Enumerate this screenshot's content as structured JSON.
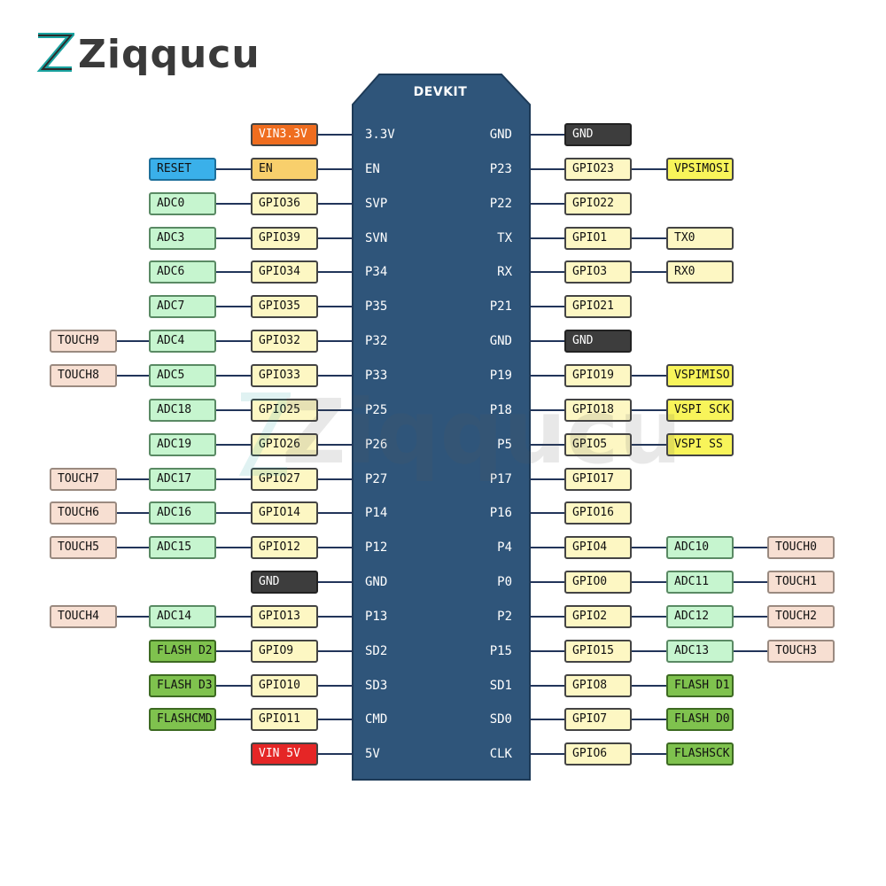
{
  "brand": {
    "name": "Ziqqucu"
  },
  "watermark": {
    "text": "Ziqqucu"
  },
  "board": {
    "title": "DEVKIT"
  },
  "colors": {
    "board": "#2f557a",
    "board_border": "#1d3a57",
    "wire": "#22355a",
    "gpio": "#fdf7c3",
    "adc": "#c6f5cf",
    "touch": "#f7dfd2",
    "flash": "#7fc24e",
    "gnd": "#3d3d3d",
    "vin33": "#ef6d1f",
    "en": "#f8cf6c",
    "reset": "#3ab0ea",
    "vin5": "#e52626",
    "spi": "#f8f45a",
    "uart": "#fdf7c3",
    "logo_accent": "#1aa3a0"
  },
  "pins": [
    {
      "left_pin": "3.3V",
      "right_pin": "GND",
      "left_labels": [
        {
          "text": "VIN3.3V",
          "kind": "vin33"
        }
      ],
      "right_labels": [
        {
          "text": "GND",
          "kind": "gnd"
        }
      ]
    },
    {
      "left_pin": "EN",
      "right_pin": "P23",
      "left_labels": [
        {
          "text": "EN",
          "kind": "en"
        },
        {
          "text": "RESET",
          "kind": "reset"
        }
      ],
      "right_labels": [
        {
          "text": "GPIO23",
          "kind": "gpio"
        },
        {
          "text": "VPSIMOSI",
          "kind": "spi"
        }
      ]
    },
    {
      "left_pin": "SVP",
      "right_pin": "P22",
      "left_labels": [
        {
          "text": "GPIO36",
          "kind": "gpio"
        },
        {
          "text": "ADC0",
          "kind": "adc"
        }
      ],
      "right_labels": [
        {
          "text": "GPIO22",
          "kind": "gpio"
        }
      ]
    },
    {
      "left_pin": "SVN",
      "right_pin": "TX",
      "left_labels": [
        {
          "text": "GPIO39",
          "kind": "gpio"
        },
        {
          "text": "ADC3",
          "kind": "adc"
        }
      ],
      "right_labels": [
        {
          "text": "GPIO1",
          "kind": "gpio"
        },
        {
          "text": "TX0",
          "kind": "uart"
        }
      ]
    },
    {
      "left_pin": "P34",
      "right_pin": "RX",
      "left_labels": [
        {
          "text": "GPIO34",
          "kind": "gpio"
        },
        {
          "text": "ADC6",
          "kind": "adc"
        }
      ],
      "right_labels": [
        {
          "text": "GPIO3",
          "kind": "gpio"
        },
        {
          "text": "RX0",
          "kind": "uart"
        }
      ]
    },
    {
      "left_pin": "P35",
      "right_pin": "P21",
      "left_labels": [
        {
          "text": "GPIO35",
          "kind": "gpio"
        },
        {
          "text": "ADC7",
          "kind": "adc"
        }
      ],
      "right_labels": [
        {
          "text": "GPIO21",
          "kind": "gpio"
        }
      ]
    },
    {
      "left_pin": "P32",
      "right_pin": "GND",
      "left_labels": [
        {
          "text": "GPIO32",
          "kind": "gpio"
        },
        {
          "text": "ADC4",
          "kind": "adc"
        },
        {
          "text": "TOUCH9",
          "kind": "touch"
        }
      ],
      "right_labels": [
        {
          "text": "GND",
          "kind": "gnd"
        }
      ]
    },
    {
      "left_pin": "P33",
      "right_pin": "P19",
      "left_labels": [
        {
          "text": "GPIO33",
          "kind": "gpio"
        },
        {
          "text": "ADC5",
          "kind": "adc"
        },
        {
          "text": "TOUCH8",
          "kind": "touch"
        }
      ],
      "right_labels": [
        {
          "text": "GPIO19",
          "kind": "gpio"
        },
        {
          "text": "VSPIMISO",
          "kind": "spi"
        }
      ]
    },
    {
      "left_pin": "P25",
      "right_pin": "P18",
      "left_labels": [
        {
          "text": "GPIO25",
          "kind": "gpio"
        },
        {
          "text": "ADC18",
          "kind": "adc"
        }
      ],
      "right_labels": [
        {
          "text": "GPIO18",
          "kind": "gpio"
        },
        {
          "text": "VSPI SCK",
          "kind": "spi"
        }
      ]
    },
    {
      "left_pin": "P26",
      "right_pin": "P5",
      "left_labels": [
        {
          "text": "GPIO26",
          "kind": "gpio"
        },
        {
          "text": "ADC19",
          "kind": "adc"
        }
      ],
      "right_labels": [
        {
          "text": "GPIO5",
          "kind": "gpio"
        },
        {
          "text": "VSPI SS",
          "kind": "spi"
        }
      ]
    },
    {
      "left_pin": "P27",
      "right_pin": "P17",
      "left_labels": [
        {
          "text": "GPIO27",
          "kind": "gpio"
        },
        {
          "text": "ADC17",
          "kind": "adc"
        },
        {
          "text": "TOUCH7",
          "kind": "touch"
        }
      ],
      "right_labels": [
        {
          "text": "GPIO17",
          "kind": "gpio"
        }
      ]
    },
    {
      "left_pin": "P14",
      "right_pin": "P16",
      "left_labels": [
        {
          "text": "GPIO14",
          "kind": "gpio"
        },
        {
          "text": "ADC16",
          "kind": "adc"
        },
        {
          "text": "TOUCH6",
          "kind": "touch"
        }
      ],
      "right_labels": [
        {
          "text": "GPIO16",
          "kind": "gpio"
        }
      ]
    },
    {
      "left_pin": "P12",
      "right_pin": "P4",
      "left_labels": [
        {
          "text": "GPIO12",
          "kind": "gpio"
        },
        {
          "text": "ADC15",
          "kind": "adc"
        },
        {
          "text": "TOUCH5",
          "kind": "touch"
        }
      ],
      "right_labels": [
        {
          "text": "GPIO4",
          "kind": "gpio"
        },
        {
          "text": "ADC10",
          "kind": "adc"
        },
        {
          "text": "TOUCH0",
          "kind": "touch"
        }
      ]
    },
    {
      "left_pin": "GND",
      "right_pin": "P0",
      "left_labels": [
        {
          "text": "GND",
          "kind": "gnd"
        }
      ],
      "right_labels": [
        {
          "text": "GPIO0",
          "kind": "gpio"
        },
        {
          "text": "ADC11",
          "kind": "adc"
        },
        {
          "text": "TOUCH1",
          "kind": "touch"
        }
      ]
    },
    {
      "left_pin": "P13",
      "right_pin": "P2",
      "left_labels": [
        {
          "text": "GPIO13",
          "kind": "gpio"
        },
        {
          "text": "ADC14",
          "kind": "adc"
        },
        {
          "text": "TOUCH4",
          "kind": "touch"
        }
      ],
      "right_labels": [
        {
          "text": "GPIO2",
          "kind": "gpio"
        },
        {
          "text": "ADC12",
          "kind": "adc"
        },
        {
          "text": "TOUCH2",
          "kind": "touch"
        }
      ]
    },
    {
      "left_pin": "SD2",
      "right_pin": "P15",
      "left_labels": [
        {
          "text": "GPIO9",
          "kind": "gpio"
        },
        {
          "text": "FLASH D2",
          "kind": "flash"
        }
      ],
      "right_labels": [
        {
          "text": "GPIO15",
          "kind": "gpio"
        },
        {
          "text": "ADC13",
          "kind": "adc"
        },
        {
          "text": "TOUCH3",
          "kind": "touch"
        }
      ]
    },
    {
      "left_pin": "SD3",
      "right_pin": "SD1",
      "left_labels": [
        {
          "text": "GPIO10",
          "kind": "gpio"
        },
        {
          "text": "FLASH D3",
          "kind": "flash"
        }
      ],
      "right_labels": [
        {
          "text": "GPIO8",
          "kind": "gpio"
        },
        {
          "text": "FLASH D1",
          "kind": "flash"
        }
      ]
    },
    {
      "left_pin": "CMD",
      "right_pin": "SD0",
      "left_labels": [
        {
          "text": "GPIO11",
          "kind": "gpio"
        },
        {
          "text": "FLASHCMD",
          "kind": "flash"
        }
      ],
      "right_labels": [
        {
          "text": "GPIO7",
          "kind": "gpio"
        },
        {
          "text": "FLASH D0",
          "kind": "flash"
        }
      ]
    },
    {
      "left_pin": "5V",
      "right_pin": "CLK",
      "left_labels": [
        {
          "text": "VIN 5V",
          "kind": "vin5"
        }
      ],
      "right_labels": [
        {
          "text": "GPIO6",
          "kind": "gpio"
        },
        {
          "text": "FLASHSCK",
          "kind": "flash"
        }
      ]
    }
  ]
}
